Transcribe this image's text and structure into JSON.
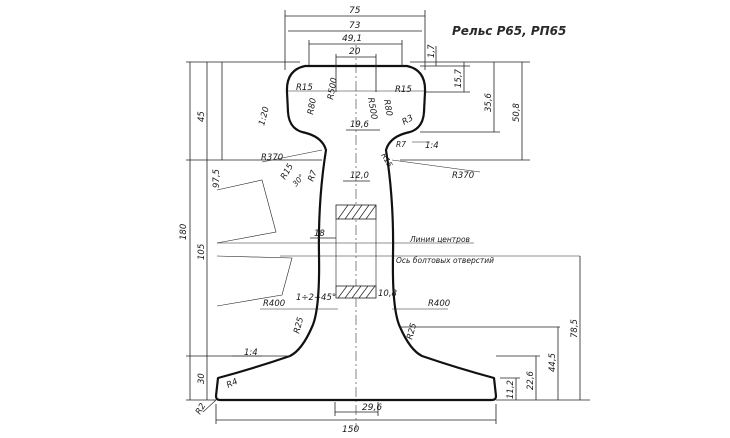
{
  "title": "Рельс Р65, РП65",
  "notes": {
    "centers_line": "Линия центров",
    "bolt_axis": "Ось болтовых отверстий"
  },
  "dims": {
    "w75": "75",
    "w73": "73",
    "w49_1": "49,1",
    "w20": "20",
    "w19_6": "19,6",
    "w12": "12,0",
    "w18": "18",
    "w10_8": "10,8",
    "w29_6": "29,6",
    "w150": "150",
    "h1_7": "1,7",
    "h15_7": "15,7",
    "h35_6": "35,6",
    "h50_8": "50,8",
    "h45": "45",
    "h97_5": "97,5",
    "h180": "180",
    "h105": "105",
    "h30": "30",
    "h78_5": "78,5",
    "h44_5": "44,5",
    "h22_6": "22,6",
    "h11_2": "11,2",
    "slope_head": "1:20",
    "slope_1_4_top": "1:4",
    "slope_1_4_base": "1:4",
    "slope_web": "1÷2÷45°",
    "angle30": "30°",
    "r15_l": "R15",
    "r80_l": "R80",
    "r500_l": "R500",
    "r500_r": "R500",
    "r80_r": "R80",
    "r15_r": "R15",
    "r3": "R3",
    "r7_r": "R7",
    "r15_small": "R15",
    "r370_l": "R370",
    "r370_r": "R370",
    "r15_l2": "R15",
    "r7_l": "R7",
    "r400_l": "R400",
    "r400_r": "R400",
    "r25_l": "R25",
    "r25_r": "R25",
    "r4": "R4",
    "r2": "R2"
  }
}
